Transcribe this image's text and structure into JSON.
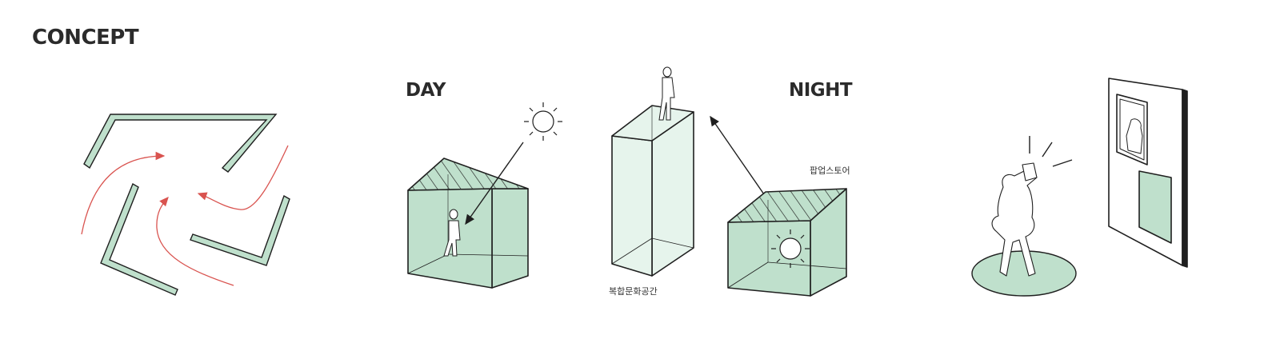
{
  "labels": {
    "concept": "CONCEPT",
    "day": "DAY",
    "night": "NIGHT",
    "popup_store": "팝업스토어",
    "culture_space": "복합문화공간"
  },
  "colors": {
    "green_fill": "#bfe0cc",
    "green_light": "#e6f4ec",
    "outline": "#1f1f1f",
    "flow_arrow": "#d9534f"
  },
  "icons": [
    "sun-icon",
    "person-figure",
    "photo-person-figure",
    "arrow"
  ]
}
